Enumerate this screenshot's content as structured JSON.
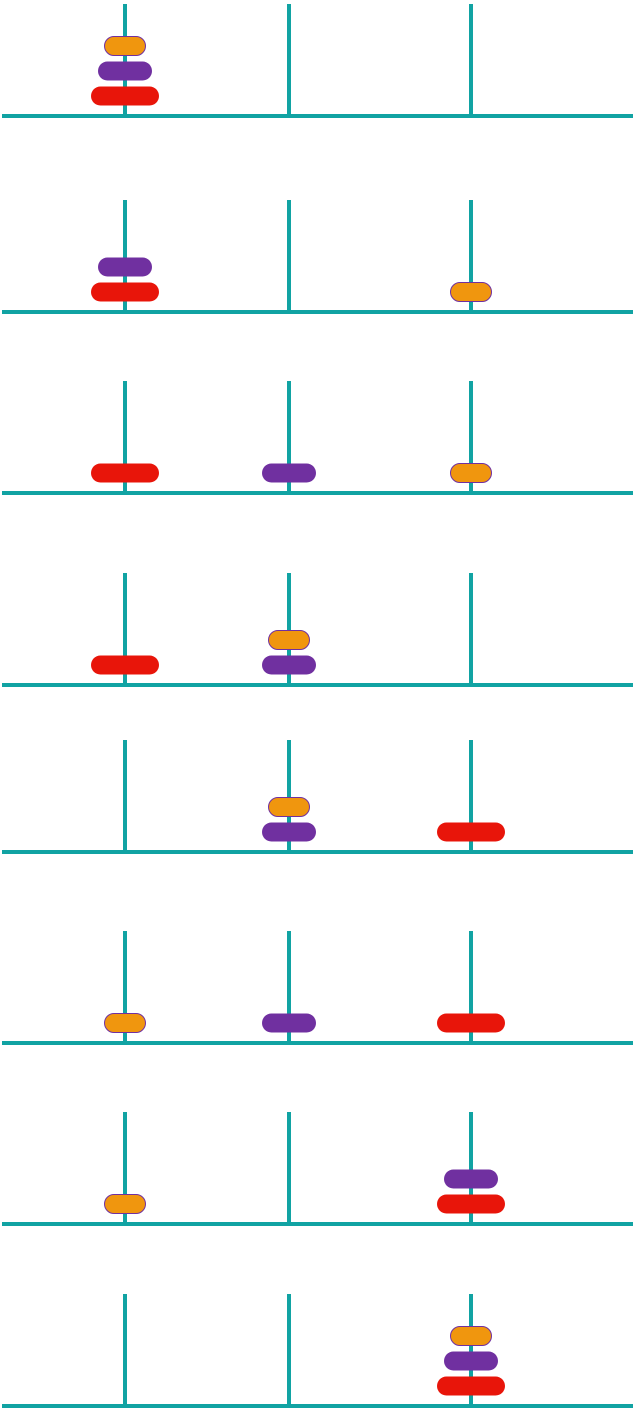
{
  "colors": {
    "rod": "#11a3a3",
    "base": "#11a3a3",
    "disk_large": "#e8150a",
    "disk_medium": "#7030a0",
    "disk_small": "#f0960e",
    "disk_small_outline": "#7030a0"
  },
  "puzzle": {
    "disk_order_bottom_to_top": [
      "large",
      "medium",
      "small"
    ],
    "steps": [
      {
        "pegs": [
          [
            "large",
            "medium",
            "small"
          ],
          [],
          []
        ]
      },
      {
        "pegs": [
          [
            "large",
            "medium"
          ],
          [],
          [
            "small"
          ]
        ]
      },
      {
        "pegs": [
          [
            "large"
          ],
          [
            "medium"
          ],
          [
            "small"
          ]
        ]
      },
      {
        "pegs": [
          [
            "large"
          ],
          [
            "medium",
            "small"
          ],
          []
        ]
      },
      {
        "pegs": [
          [],
          [
            "medium",
            "small"
          ],
          [
            "large"
          ]
        ]
      },
      {
        "pegs": [
          [
            "small"
          ],
          [
            "medium"
          ],
          [
            "large"
          ]
        ]
      },
      {
        "pegs": [
          [
            "small"
          ],
          [],
          [
            "large",
            "medium"
          ]
        ]
      },
      {
        "pegs": [
          [],
          [],
          [
            "large",
            "medium",
            "small"
          ]
        ]
      }
    ]
  }
}
